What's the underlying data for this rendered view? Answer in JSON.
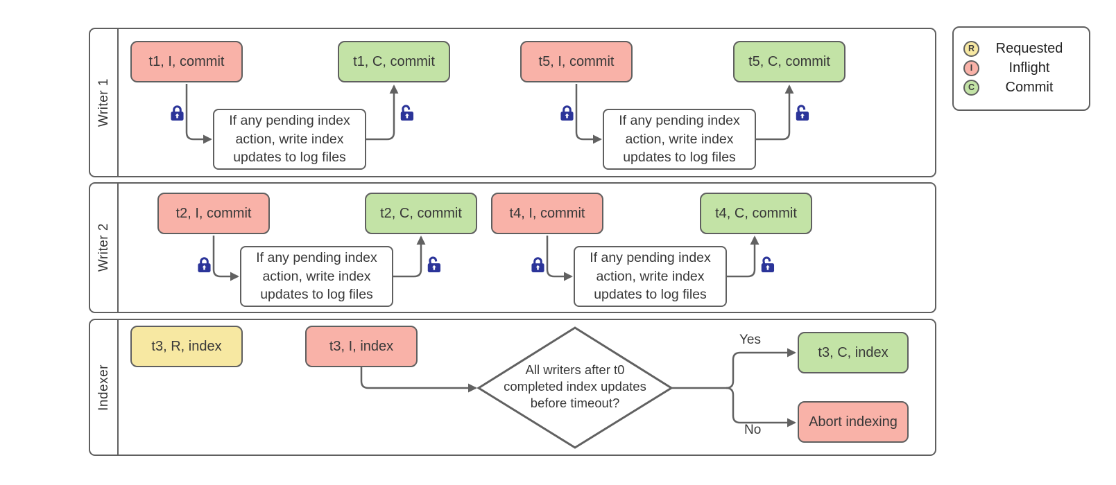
{
  "lanes": [
    {
      "label": "Writer 1"
    },
    {
      "label": "Writer 2"
    },
    {
      "label": "Indexer"
    }
  ],
  "nodes": {
    "t1_inflight": "t1, I, commit",
    "t1_commit": "t1, C, commit",
    "t5_inflight": "t5, I, commit",
    "t5_commit": "t5, C, commit",
    "t2_inflight": "t2, I, commit",
    "t2_commit": "t2, C, commit",
    "t4_inflight": "t4, I, commit",
    "t4_commit": "t4, C, commit",
    "t3_requested": "t3, R, index",
    "t3_inflight": "t3, I, index",
    "t3_commit": "t3, C, index",
    "abort": "Abort indexing"
  },
  "process_label": "If any pending index action, write index updates to log files",
  "decision": {
    "label": "All writers after t0 completed index updates before timeout?",
    "yes_label": "Yes",
    "no_label": "No"
  },
  "legend": {
    "items": [
      {
        "letter": "R",
        "label": "Requested"
      },
      {
        "letter": "I",
        "label": "Inflight"
      },
      {
        "letter": "C",
        "label": "Commit"
      }
    ]
  },
  "colors": {
    "requested": "#f7e8a2",
    "inflight": "#f9b2a8",
    "commit": "#c3e3a6",
    "border": "#5f5f5f",
    "connector": "#616161",
    "lock": "#2b3499",
    "text": "#383838"
  }
}
